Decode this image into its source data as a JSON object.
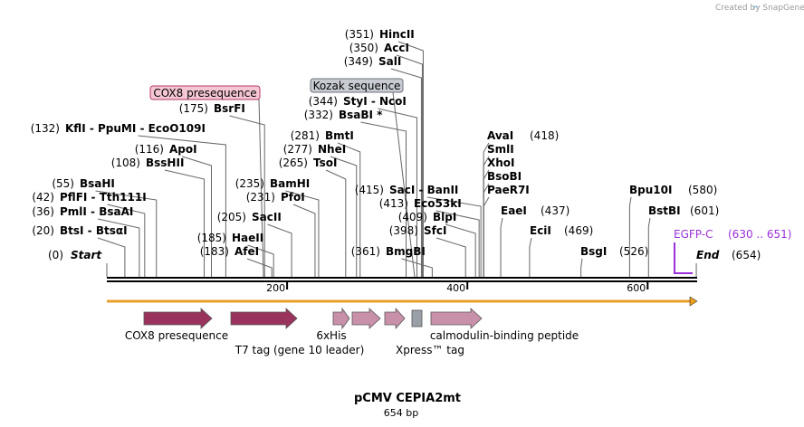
{
  "credit": "Created by SnapGene",
  "sequence": {
    "name": "pCMV CEPIA2mt",
    "length_bp": 654,
    "length_label": "654 bp"
  },
  "axis": {
    "ticks": [
      200,
      400,
      600
    ]
  },
  "markers": [
    {
      "name": "Start",
      "pos": 0,
      "pos_label": "(0)"
    },
    {
      "name": "End",
      "pos": 654,
      "pos_label": "(654)"
    }
  ],
  "enzymes": [
    {
      "name": "BtsI - BtsαI",
      "pos": 20,
      "pos_label": "(20)",
      "label_side": "left"
    },
    {
      "name": "PmlI - BsaAI",
      "pos": 36,
      "pos_label": "(36)",
      "label_side": "left"
    },
    {
      "name": "PflFI - Tth111I",
      "pos": 42,
      "pos_label": "(42)",
      "label_side": "left"
    },
    {
      "name": "BsaHI",
      "pos": 55,
      "pos_label": "(55)",
      "label_side": "left"
    },
    {
      "name": "BssHII",
      "pos": 108,
      "pos_label": "(108)",
      "label_side": "left"
    },
    {
      "name": "ApoI",
      "pos": 116,
      "pos_label": "(116)",
      "label_side": "left"
    },
    {
      "name": "KflI - PpuMI - EcoO109I",
      "pos": 132,
      "pos_label": "(132)",
      "label_side": "left"
    },
    {
      "name": "BsrFI",
      "pos": 175,
      "pos_label": "(175)",
      "label_side": "left"
    },
    {
      "name": "AfeI",
      "pos": 183,
      "pos_label": "(183)",
      "label_side": "left"
    },
    {
      "name": "HaeII",
      "pos": 185,
      "pos_label": "(185)",
      "label_side": "left"
    },
    {
      "name": "SacII",
      "pos": 205,
      "pos_label": "(205)",
      "label_side": "left"
    },
    {
      "name": "PfoI",
      "pos": 231,
      "pos_label": "(231)",
      "label_side": "left"
    },
    {
      "name": "BamHI",
      "pos": 235,
      "pos_label": "(235)",
      "label_side": "left"
    },
    {
      "name": "TsoI",
      "pos": 265,
      "pos_label": "(265)",
      "label_side": "left"
    },
    {
      "name": "NheI",
      "pos": 277,
      "pos_label": "(277)",
      "label_side": "left"
    },
    {
      "name": "BmtI",
      "pos": 281,
      "pos_label": "(281)",
      "label_side": "left"
    },
    {
      "name": "BsaBI *",
      "pos": 332,
      "pos_label": "(332)",
      "label_side": "left"
    },
    {
      "name": "StyI - NcoI",
      "pos": 344,
      "pos_label": "(344)",
      "label_side": "left"
    },
    {
      "name": "SalI",
      "pos": 349,
      "pos_label": "(349)",
      "label_side": "left"
    },
    {
      "name": "AccI",
      "pos": 350,
      "pos_label": "(350)",
      "label_side": "left"
    },
    {
      "name": "HincII",
      "pos": 351,
      "pos_label": "(351)",
      "label_side": "left"
    },
    {
      "name": "BmgBI",
      "pos": 361,
      "pos_label": "(361)",
      "label_side": "left"
    },
    {
      "name": "SfcI",
      "pos": 398,
      "pos_label": "(398)",
      "label_side": "left"
    },
    {
      "name": "BlpI",
      "pos": 409,
      "pos_label": "(409)",
      "label_side": "left"
    },
    {
      "name": "Eco53kI",
      "pos": 413,
      "pos_label": "(413)",
      "label_side": "left"
    },
    {
      "name": "SacI - BanII",
      "pos": 415,
      "pos_label": "(415)",
      "label_side": "left"
    },
    {
      "name": "AvaI",
      "pos": 418,
      "pos_label": "(418)",
      "label_side": "right"
    },
    {
      "name": "SmlI",
      "pos": 418,
      "pos_label": "",
      "label_side": "right"
    },
    {
      "name": "XhoI",
      "pos": 418,
      "pos_label": "",
      "label_side": "right"
    },
    {
      "name": "BsoBI",
      "pos": 418,
      "pos_label": "",
      "label_side": "right"
    },
    {
      "name": "PaeR7I",
      "pos": 418,
      "pos_label": "",
      "label_side": "right"
    },
    {
      "name": "EaeI",
      "pos": 437,
      "pos_label": "(437)",
      "label_side": "right"
    },
    {
      "name": "EciI",
      "pos": 469,
      "pos_label": "(469)",
      "label_side": "right"
    },
    {
      "name": "BsgI",
      "pos": 526,
      "pos_label": "(526)",
      "label_side": "right"
    },
    {
      "name": "Bpu10I",
      "pos": 580,
      "pos_label": "(580)",
      "label_side": "right"
    },
    {
      "name": "BstBI",
      "pos": 601,
      "pos_label": "(601)",
      "label_side": "right"
    }
  ],
  "callouts": [
    {
      "name": "COX8 presequence",
      "kind": "feature",
      "color": "#f5c6d3",
      "border": "#b03a6a"
    },
    {
      "name": "Kozak sequence",
      "kind": "feature",
      "color": "#c8ccd2",
      "border": "#6d7278"
    }
  ],
  "range_marker": {
    "name": "EGFP-C",
    "range_label": "(630 .. 651)",
    "color": "#9b30d9"
  },
  "features": [
    {
      "name": "COX8 presequence",
      "color": "#99335e",
      "shape": "arrow"
    },
    {
      "name": "T7 tag (gene 10 leader)",
      "color": "#99335e",
      "shape": "arrow"
    },
    {
      "name": "6xHis",
      "color": "#c990aa",
      "shape": "arrow"
    },
    {
      "name": "",
      "color": "#c990aa",
      "shape": "arrow"
    },
    {
      "name": "Xpress™ tag",
      "color": "#c990aa",
      "shape": "arrow"
    },
    {
      "name": "",
      "color": "#9aa0a8",
      "shape": "box"
    },
    {
      "name": "calmodulin-binding peptide",
      "color": "#c990aa",
      "shape": "arrow"
    }
  ],
  "orf_color": "#f0a020"
}
